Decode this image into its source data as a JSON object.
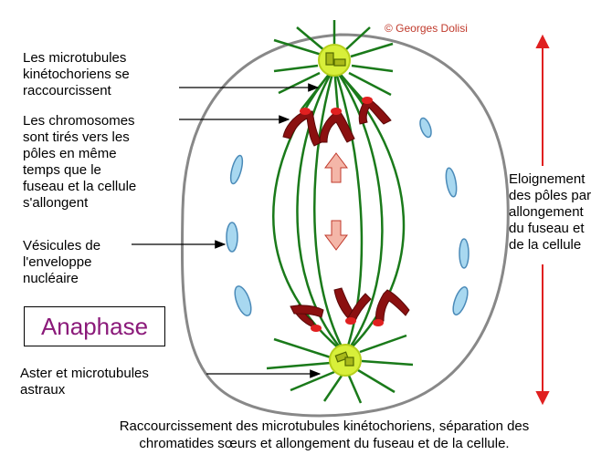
{
  "copyright": "© Georges Dolisi",
  "labels": {
    "microtubules_kinetochoriens": [
      "Les microtubules",
      "kinétochoriens se",
      "raccourcissent"
    ],
    "chromosomes": [
      "Les chromosomes",
      "sont tirés vers les",
      "pôles en même",
      "temps que le",
      "fuseau et la cellule",
      "s'allongent"
    ],
    "vesicules": [
      "Vésicules de",
      "l'enveloppe",
      "nucléaire"
    ],
    "aster": [
      "Aster et microtubules",
      "astraux"
    ],
    "eloignement": [
      "Eloignement",
      "des pôles par",
      "allongement",
      "du fuseau et",
      "de la cellule"
    ]
  },
  "phase_title": "Anaphase",
  "caption": [
    "Raccourcissement des microtubules kinétochoriens, séparation des",
    "chromatides sœurs et allongement du fuseau et de la cellule."
  ],
  "colors": {
    "spindle": "#1a7a1a",
    "chromosome": "#8b1010",
    "kinetochore": "#e02020",
    "centrosome": "#d8ef3a",
    "vesicle": "#a8d8f0",
    "arrow_up_down": "#f4b6a8",
    "red_arrow": "#e02020",
    "title": "#8b1a7a",
    "cell_outline": "#888888"
  }
}
